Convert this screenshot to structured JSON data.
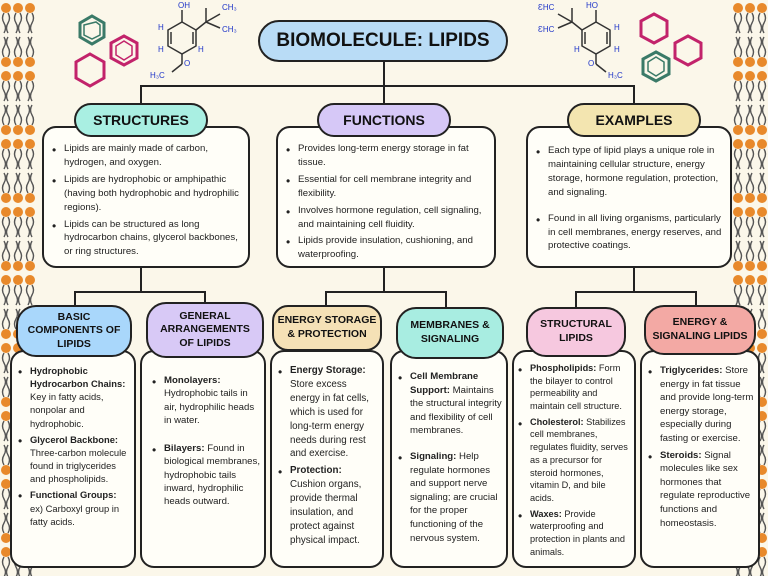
{
  "title": "BIOMOLECULE: LIPIDS",
  "colors": {
    "title": "#b9dcf6",
    "structures": "#a9efe2",
    "functions": "#d6c8f7",
    "examples": "#f3e5b0",
    "basic": "#a9d7fb",
    "general": "#d8c9f6",
    "energy": "#f5e1b6",
    "membranes": "#a8ede1",
    "structural": "#f6c8df",
    "signaling": "#f3a9a4"
  },
  "headers": {
    "structures": "STRUCTURES",
    "functions": "FUNCTIONS",
    "examples": "EXAMPLES"
  },
  "structures_items": [
    "Lipids are mainly made of carbon, hydrogen, and oxygen.",
    "Lipids are hydrophobic or amphipathic (having both hydrophobic and hydrophilic regions).",
    "Lipids can be structured as long hydrocarbon chains, glycerol backbones, or ring structures."
  ],
  "functions_items": [
    "Provides long-term energy storage in fat tissue.",
    "Essential for cell membrane integrity and flexibility.",
    "Involves hormone regulation, cell signaling, and maintaining cell fluidity.",
    "Lipids provide insulation, cushioning, and waterproofing."
  ],
  "examples_items": [
    "Each type of lipid plays a unique role in maintaining cellular structure, energy storage, hormone regulation, protection, and signaling.",
    "Found in all living organisms, particularly in cell membranes, energy reserves, and protective coatings."
  ],
  "sub": {
    "basic": {
      "title": "BASIC COMPONENTS OF LIPIDS",
      "items": [
        {
          "b": "Hydrophobic Hydrocarbon Chains:",
          "t": "Key in fatty acids, nonpolar and hydrophobic."
        },
        {
          "b": "Glycerol Backbone:",
          "t": "Three-carbon molecule found in triglycerides and phospholipids."
        },
        {
          "b": "Functional Groups:",
          "t": "ex) Carboxyl group in fatty acids."
        }
      ]
    },
    "general": {
      "title": "GENERAL ARRANGEMENTS OF LIPIDS",
      "items": [
        {
          "b": "Monolayers:",
          "t": "Hydrophobic tails in air, hydrophilic heads in water."
        },
        {
          "b": "Bilayers:",
          "t": "Found in biological membranes, hydrophobic tails inward, hydrophilic heads outward."
        }
      ]
    },
    "energy": {
      "title": "ENERGY STORAGE & PROTECTION",
      "items": [
        {
          "b": "Energy Storage:",
          "t": "Store excess energy in fat cells, which is used for long-term energy needs during rest and exercise."
        },
        {
          "b": "Protection:",
          "t": "Cushion organs, provide thermal insulation, and protect against physical impact."
        }
      ]
    },
    "membranes": {
      "title": "MEMBRANES & SIGNALING",
      "items": [
        {
          "b": "Cell Membrane Support:",
          "t": "Maintains the structural integrity and flexibility of cell membranes."
        },
        {
          "b": "Signaling:",
          "t": "Help regulate hormones and support nerve signaling; are crucial for the proper functioning of the nervous system."
        }
      ]
    },
    "structural": {
      "title": "STRUCTURAL LIPIDS",
      "items": [
        {
          "b": "Phospholipids:",
          "t": "Form the bilayer to control permeability and maintain cell structure."
        },
        {
          "b": "Cholesterol:",
          "t": "Stabilizes cell membranes, regulates fluidity, serves as a precursor for steroid hormones, vitamin D, and bile acids."
        },
        {
          "b": "Waxes:",
          "t": "Provide waterproofing and protection in plants and animals."
        }
      ]
    },
    "signaling": {
      "title": "ENERGY & SIGNALING LIPIDS",
      "items": [
        {
          "b": "Triglycerides:",
          "t": "Store energy in fat tissue and provide long-term energy storage, especially during fasting or exercise."
        },
        {
          "b": "Steroids:",
          "t": "Signal molecules like sex hormones that regulate reproductive functions and homeostasis."
        }
      ]
    }
  },
  "molecule_labels": {
    "oh": "OH",
    "ch3": "CH₃",
    "h3c": "H₃C",
    "h": "H",
    "o": "O",
    "ho": "HO",
    "hc3": "ƐHC",
    "ch3b": "H₃C",
    "hflip": "H"
  }
}
